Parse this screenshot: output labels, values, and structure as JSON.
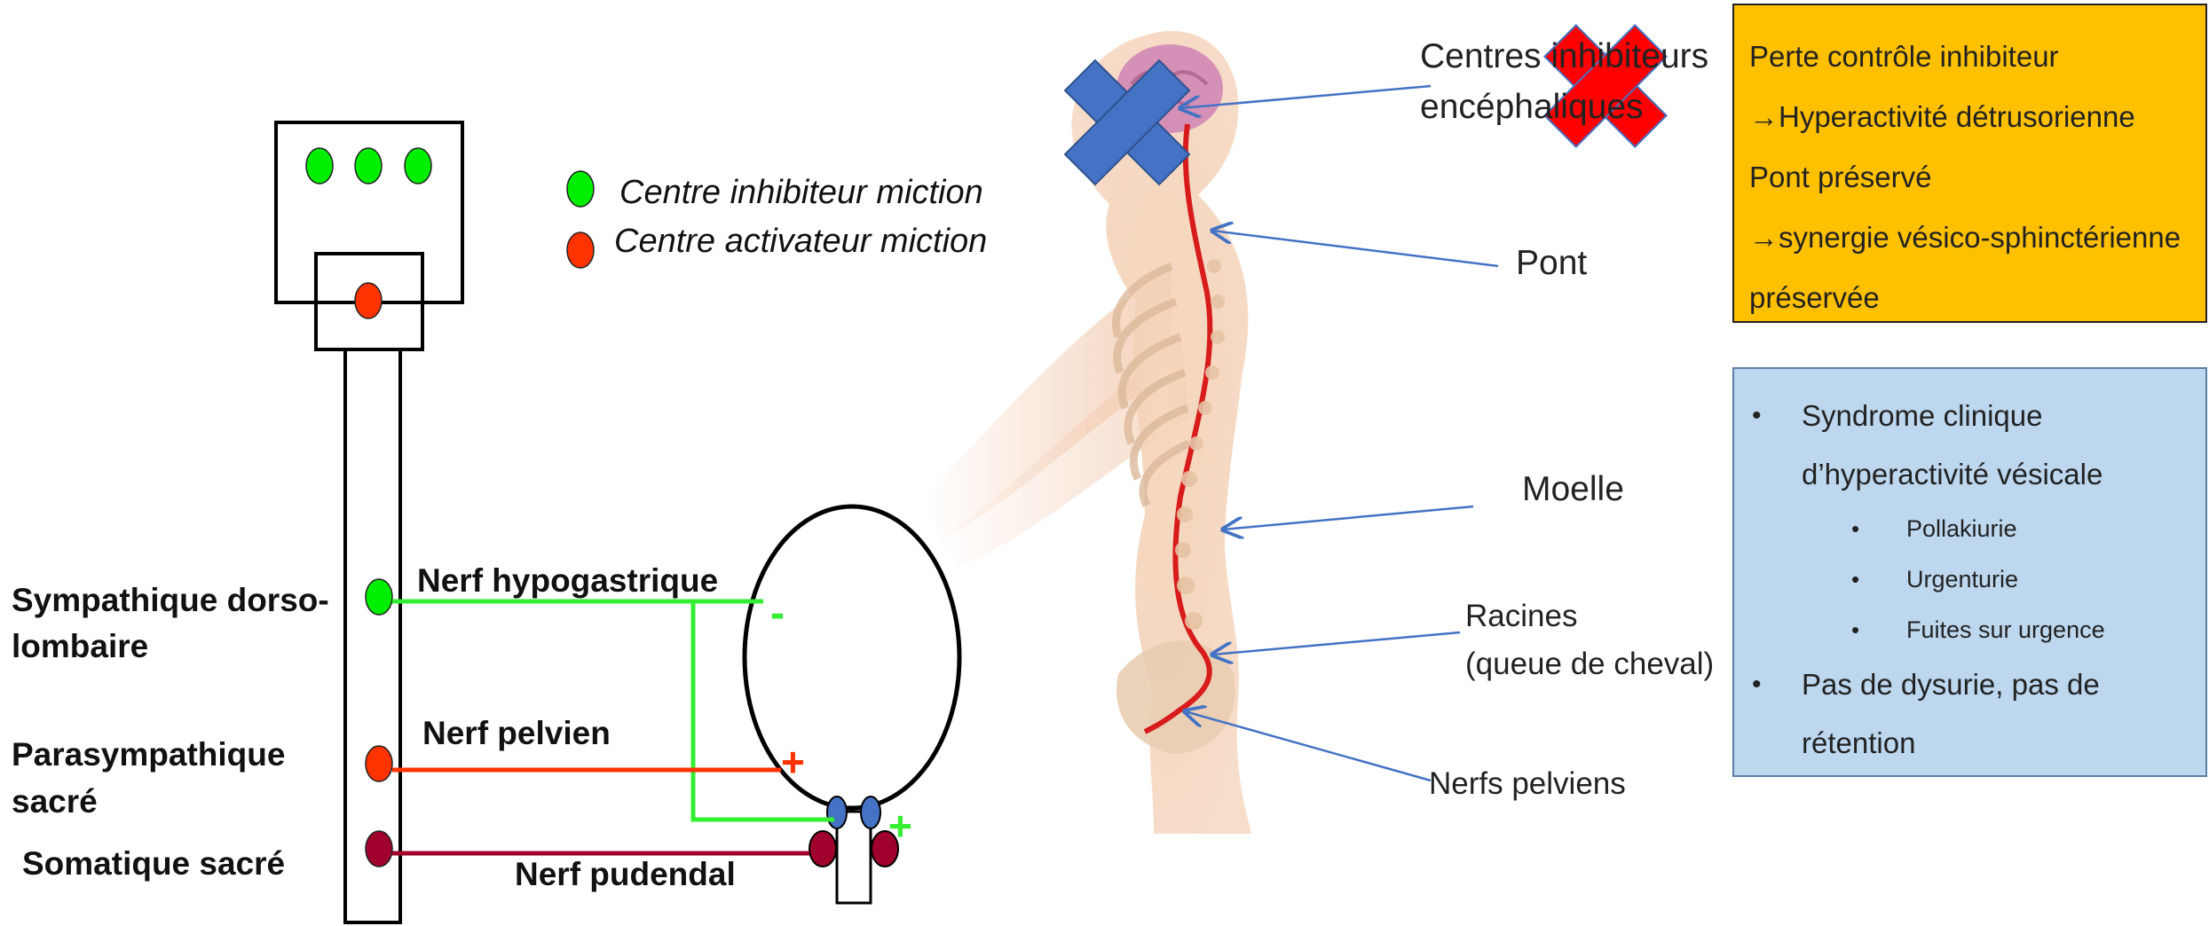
{
  "legend": {
    "inhibitor": "Centre inhibiteur miction",
    "activator": "Centre activateur miction"
  },
  "levels": {
    "sympathique": [
      "Sympathique dorso-",
      "lombaire"
    ],
    "parasympathique": [
      "Parasympathique",
      "sacré"
    ],
    "somatique": "Somatique sacré"
  },
  "nerves": {
    "hypogastrique": "Nerf hypogastrique",
    "pelvien": "Nerf pelvien",
    "pudendal": "Nerf pudendal",
    "sign_minus": "-",
    "sign_plus_pelvien": "+",
    "sign_plus_sphincter": "+"
  },
  "anatomy": {
    "centres_line1": "Centres inhibiteurs",
    "centres_line2": "encéphaliques",
    "pont": "Pont",
    "moelle": "Moelle",
    "racines_line1": "Racines",
    "racines_line2": "(queue de cheval)",
    "nerfs_pelviens": "Nerfs pelviens"
  },
  "orange_box": {
    "lines": [
      "Perte contrôle inhibiteur",
      "→Hyperactivité détrusorienne",
      "Pont préservé",
      "→synergie vésico-sphinctérienne",
      "préservée"
    ]
  },
  "blue_box": {
    "items": [
      {
        "level": 1,
        "text": "Syndrome clinique"
      },
      {
        "level": 1,
        "text": "d’hyperactivité vésicale",
        "continuation": true
      },
      {
        "level": 2,
        "text": "Pollakiurie"
      },
      {
        "level": 2,
        "text": "Urgenturie"
      },
      {
        "level": 2,
        "text": "Fuites sur urgence"
      },
      {
        "level": 1,
        "text": "Pas de dysurie, pas de"
      },
      {
        "level": 1,
        "text": "rétention",
        "continuation": true
      }
    ]
  },
  "colors": {
    "inhibitor_green": "#00ee00",
    "activator_red": "#ff3300",
    "somatic_dark_red": "#a0002c",
    "lesion_blue_cross": "#4472c4",
    "lesion_red_cross": "#ff0000",
    "annotation_arrow": "#4472c4",
    "orange_box": "#ffc000",
    "blue_box": "#bdd7ee"
  }
}
